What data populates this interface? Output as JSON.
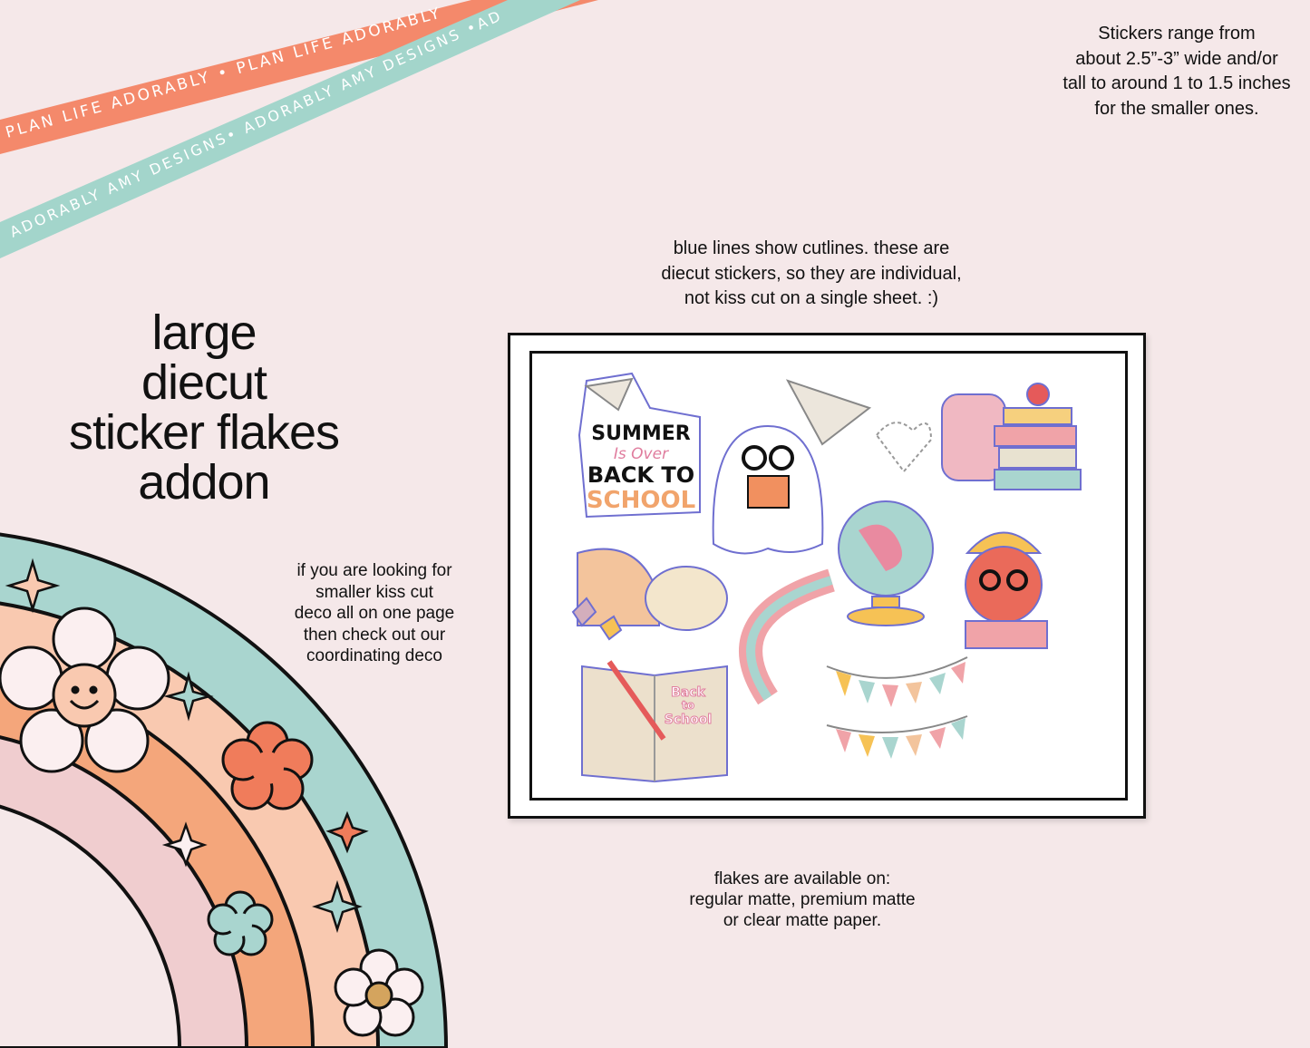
{
  "ribbons": {
    "orange_text": "PLAN LIFE ADORABLY • PLAN LIFE ADORABLY",
    "teal_text": "ADORABLY AMY DESIGNS• ADORABLY AMY DESIGNS •AD"
  },
  "title": [
    "large",
    "diecut",
    "sticker flakes",
    "addon"
  ],
  "size_note": [
    "Stickers range from",
    "about 2.5”-3” wide and/or",
    "tall to around 1 to 1.5 inches",
    "for the smaller ones."
  ],
  "cut_note": [
    "blue lines show cutlines.  these are",
    "diecut stickers, so they are individual,",
    "not kiss cut on a single sheet. :)"
  ],
  "deco_note": [
    "if you are looking for",
    "smaller kiss cut",
    "deco all on one page",
    "then check out our",
    "coordinating deco"
  ],
  "paper_note": [
    "flakes are available on:",
    "regular matte, premium matte",
    "or clear matte paper."
  ],
  "stickers": {
    "summer": [
      "SUMMER",
      "Is Over",
      "BACK TO",
      "SCHOOL"
    ],
    "book": [
      "Back",
      "to",
      "School"
    ]
  },
  "colors": {
    "background": "#f5e8e9",
    "orange": "#f4896b",
    "teal": "#a3d5cb",
    "cutline": "#6f6fd0"
  }
}
